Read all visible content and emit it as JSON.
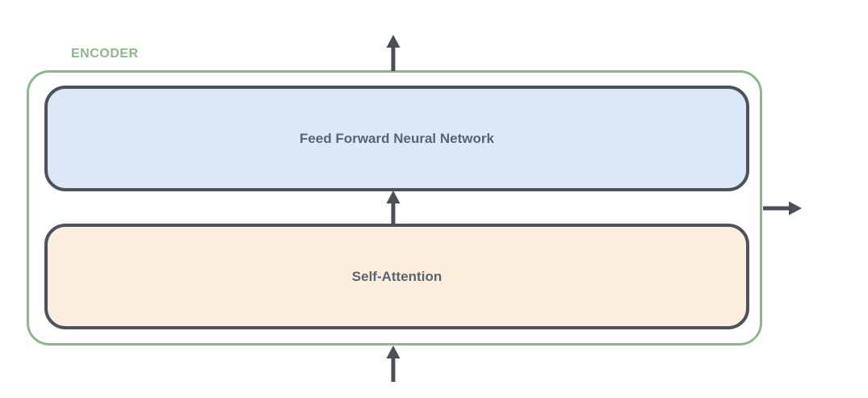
{
  "diagram": {
    "encoder_label": "ENCODER",
    "blocks": [
      {
        "id": "feed-forward",
        "label": "Feed Forward Neural Network",
        "fill": "#dbe8f7"
      },
      {
        "id": "self-attention",
        "label": "Self-Attention",
        "fill": "#fbeedd"
      }
    ],
    "arrows": [
      {
        "name": "input-arrow",
        "direction": "up",
        "position": "below-encoder"
      },
      {
        "name": "attention-to-ffn-arrow",
        "direction": "up",
        "position": "between-blocks"
      },
      {
        "name": "output-arrow-top",
        "direction": "up",
        "position": "above-encoder"
      },
      {
        "name": "output-arrow-right",
        "direction": "right",
        "position": "right-of-encoder"
      }
    ],
    "colors": {
      "encoder_border": "#8cb88a",
      "encoder_label_text": "#8cb88a",
      "block_border": "#4d525e",
      "block_label_text": "#5b6270",
      "arrow": "#4a4f58",
      "feed_forward_fill": "#dbe8f7",
      "self_attention_fill": "#fbeedd",
      "background": "#ffffff"
    }
  }
}
